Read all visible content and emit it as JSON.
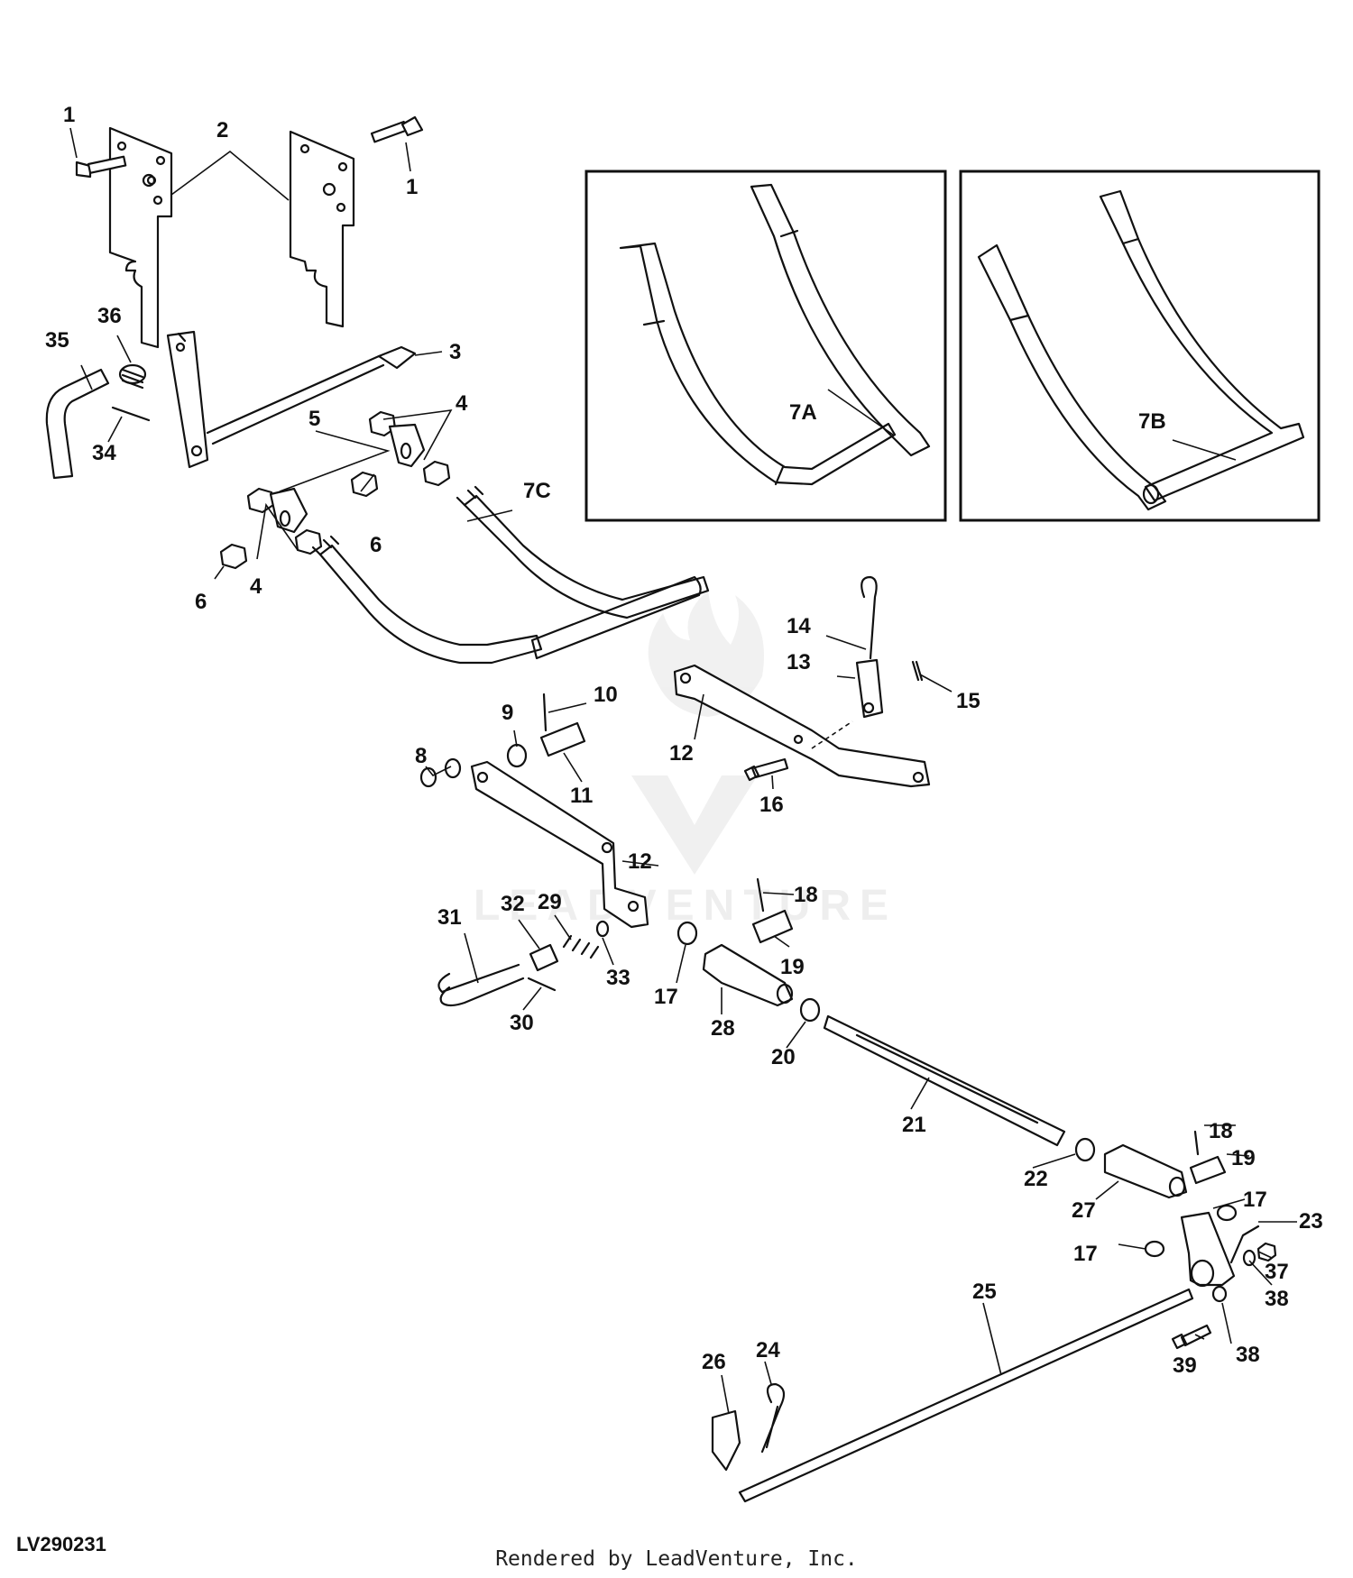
{
  "diagram": {
    "drawing_id": "LV290231",
    "credit": "Rendered by LeadVenture, Inc.",
    "watermark": "LEADVENTURE",
    "callouts": [
      "1",
      "1",
      "2",
      "3",
      "4",
      "4",
      "5",
      "6",
      "6",
      "7A",
      "7B",
      "7C",
      "8",
      "9",
      "10",
      "11",
      "12",
      "12",
      "13",
      "14",
      "15",
      "16",
      "17",
      "17",
      "17",
      "18",
      "18",
      "19",
      "19",
      "20",
      "21",
      "22",
      "23",
      "24",
      "25",
      "26",
      "27",
      "28",
      "29",
      "30",
      "31",
      "32",
      "33",
      "34",
      "35",
      "36",
      "37",
      "38",
      "38",
      "39"
    ]
  }
}
